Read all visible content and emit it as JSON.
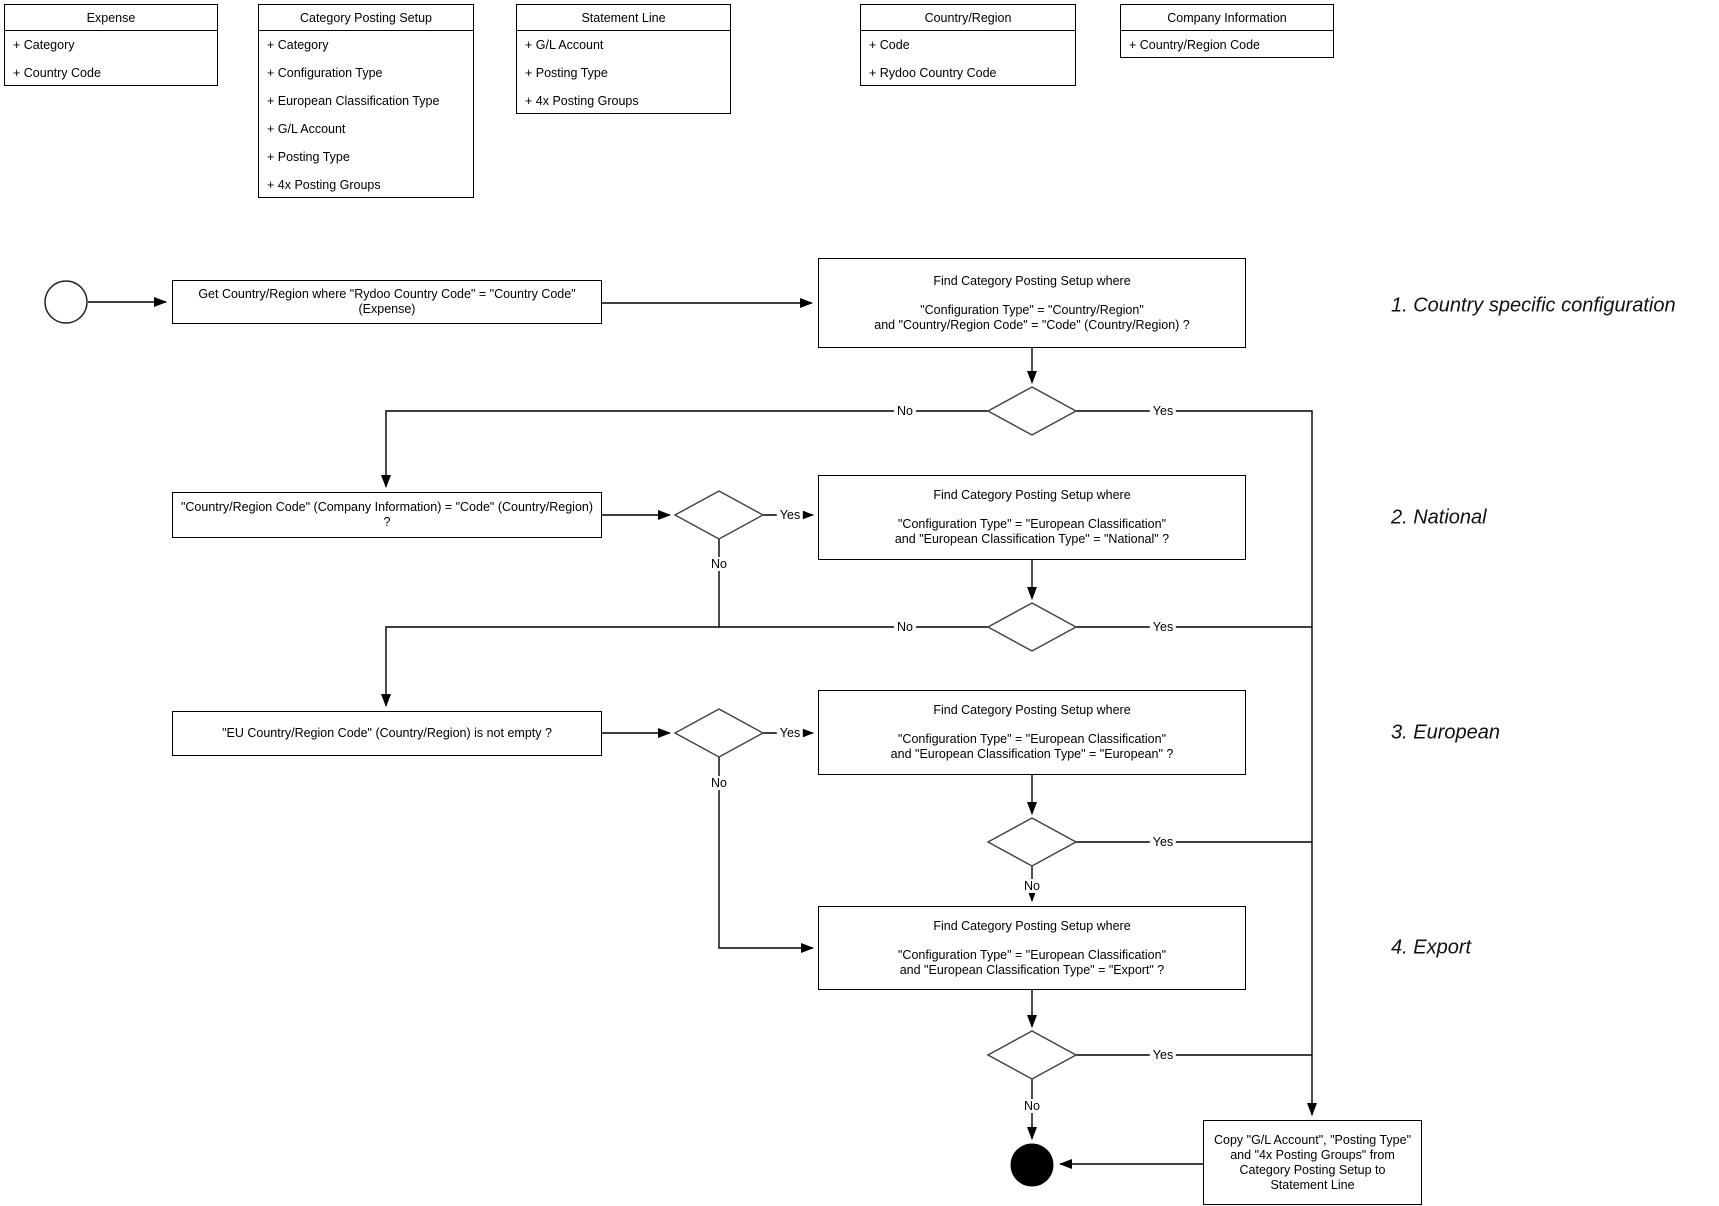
{
  "entities": [
    {
      "title": "Expense",
      "attributes": [
        "+ Category",
        "+ Country Code"
      ]
    },
    {
      "title": "Category Posting Setup",
      "attributes": [
        "+ Category",
        "+ Configuration Type",
        "+ European Classification Type",
        "+ G/L Account",
        "+ Posting Type",
        "+ 4x Posting Groups"
      ]
    },
    {
      "title": "Statement Line",
      "attributes": [
        "+ G/L Account",
        "+ Posting Type",
        "+ 4x Posting Groups"
      ]
    },
    {
      "title": "Country/Region",
      "attributes": [
        "+ Code",
        "+ Rydoo Country Code"
      ]
    },
    {
      "title": "Company Information",
      "attributes": [
        "+ Country/Region Code"
      ]
    }
  ],
  "flow": {
    "labels": {
      "yes": "Yes",
      "no": "No"
    },
    "sections": [
      "1. Country specific configuration",
      "2. National",
      "3. European",
      "4. Export"
    ],
    "nodes": {
      "get_country": {
        "line1": "Get Country/Region where \"Rydoo Country Code\" = \"Country Code\"",
        "line2": "(Expense)"
      },
      "find_country_region": {
        "title": "Find Category Posting Setup where",
        "cond1": "\"Configuration Type\" = \"Country/Region\"",
        "cond2": "and \"Country/Region Code\" = \"Code\" (Country/Region) ?"
      },
      "check_company_code": {
        "line1": "\"Country/Region Code\" (Company Information) = \"Code\" (Country/Region)",
        "line2": "?"
      },
      "find_national": {
        "title": "Find Category Posting Setup where",
        "cond1": "\"Configuration Type\" = \"European Classification\"",
        "cond2": "and \"European Classification Type\" = \"National\" ?"
      },
      "check_eu_code": {
        "line1": "\"EU Country/Region Code\" (Country/Region) is not empty ?"
      },
      "find_european": {
        "title": "Find Category Posting Setup where",
        "cond1": "\"Configuration Type\" = \"European Classification\"",
        "cond2": "and \"European Classification Type\" = \"European\" ?"
      },
      "find_export": {
        "title": "Find Category Posting Setup where",
        "cond1": "\"Configuration Type\" = \"European Classification\"",
        "cond2": "and \"European Classification Type\" = \"Export\" ?"
      },
      "copy_to_statement": {
        "line1": "Copy \"G/L Account\", \"Posting Type\"",
        "line2": "and \"4x Posting Groups\" from",
        "line3": "Category Posting Setup to",
        "line4": "Statement Line"
      }
    }
  }
}
